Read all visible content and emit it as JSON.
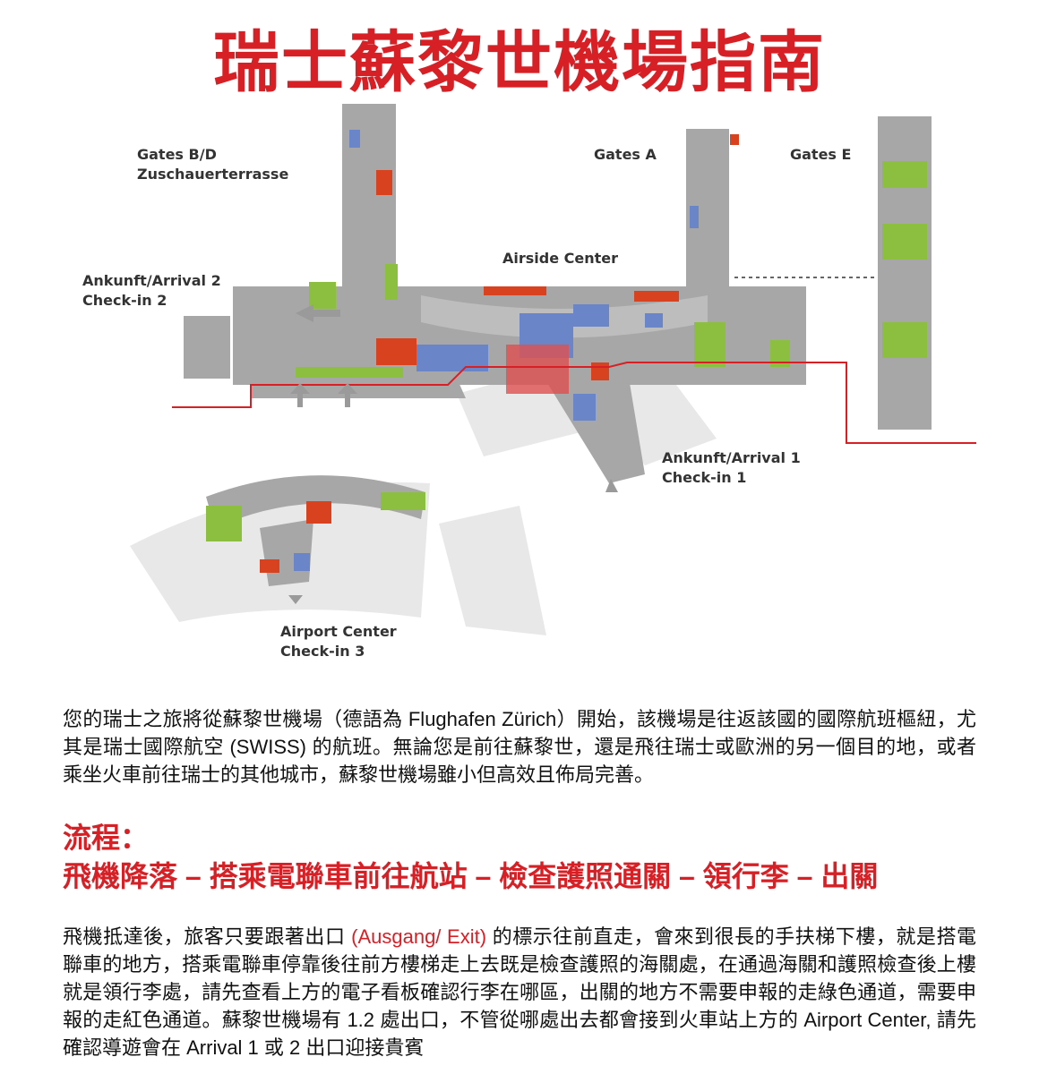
{
  "title": "瑞士蘇黎世機場指南",
  "map": {
    "gates_bd": [
      "Gates B/D",
      "Zuschauerterrasse"
    ],
    "gates_a": "Gates A",
    "gates_e": "Gates E",
    "airside": "Airside Center",
    "arrival2": [
      "Ankunft/Arrival 2",
      "Check-in 2"
    ],
    "arrival1": [
      "Ankunft/Arrival 1",
      "Check-in 1"
    ],
    "airport_center": [
      "Airport Center",
      "Check-in 3"
    ],
    "colors": {
      "gray": "#a7a7a7",
      "green": "#8cbf3f",
      "red": "#d9421f",
      "blue": "#6a86c8",
      "route": "#d71f26"
    }
  },
  "intro": "您的瑞士之旅將從蘇黎世機場（德語為 Flughafen Zürich）開始，該機場是往返該國的國際航班樞紐，尤其是瑞士國際航空 (SWISS) 的航班。無論您是前往蘇黎世，還是飛往瑞士或歐洲的另一個目的地，或者乘坐火車前往瑞士的其他城市，蘇黎世機場雖小但高效且佈局完善。",
  "process_heading": "流程：",
  "process_steps": "飛機降落 – 搭乘電聯車前往航站 – 檢查護照通關 – 領行李 – 出關",
  "body": {
    "part1": "飛機抵達後，旅客只要跟著出口 ",
    "exit": "(Ausgang/ Exit)",
    "part2": " 的標示往前直走，會來到很長的手扶梯下樓，就是搭電聯車的地方，搭乘電聯車停靠後往前方樓梯走上去既是檢查護照的海關處，在通過海關和護照檢查後上樓就是領行李處，請先查看上方的電子看板確認行李在哪區，出關的地方不需要申報的走綠色通道，需要申報的走紅色通道。蘇黎世機場有 1.2 處出口，不管從哪處出去都會接到火車站上方的 Airport Center, 請先確認導遊會在 Arrival 1 或 2 出口迎接貴賓"
  }
}
